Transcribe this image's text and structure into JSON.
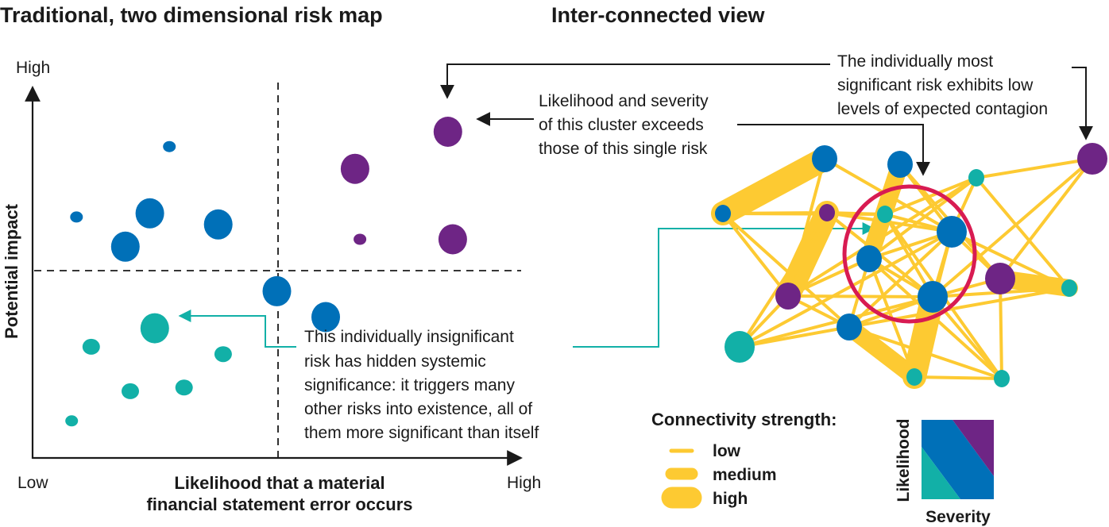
{
  "colors": {
    "low": "#12b0a7",
    "medium": "#0070b8",
    "high": "#6e2585",
    "edge": "#fdca32",
    "highlight_ring": "#d81b52",
    "connector": "#12b0a7",
    "ink": "#1a1a1a"
  },
  "left_panel": {
    "title": "Traditional, two dimensional risk map",
    "y_axis": {
      "label": "Potential impact",
      "high": "High"
    },
    "x_axis": {
      "label_line1": "Likelihood that a material",
      "label_line2": "financial statement error occurs",
      "low": "Low",
      "high": "High"
    },
    "risks": [
      {
        "id": "r1",
        "category": "medium",
        "likelihood": 0.09,
        "impact": 0.65,
        "size": "small"
      },
      {
        "id": "r2",
        "category": "medium",
        "likelihood": 0.28,
        "impact": 0.84,
        "size": "small"
      },
      {
        "id": "r3",
        "category": "medium",
        "likelihood": 0.24,
        "impact": 0.66,
        "size": "large"
      },
      {
        "id": "r4",
        "category": "medium",
        "likelihood": 0.38,
        "impact": 0.63,
        "size": "large"
      },
      {
        "id": "r5",
        "category": "medium",
        "likelihood": 0.19,
        "impact": 0.57,
        "size": "large"
      },
      {
        "id": "r6",
        "category": "medium",
        "likelihood": 0.5,
        "impact": 0.45,
        "size": "large"
      },
      {
        "id": "r7",
        "category": "medium",
        "likelihood": 0.6,
        "impact": 0.38,
        "size": "large"
      },
      {
        "id": "r8",
        "category": "high",
        "likelihood": 0.66,
        "impact": 0.78,
        "size": "large"
      },
      {
        "id": "r9",
        "category": "high",
        "likelihood": 0.85,
        "impact": 0.88,
        "size": "large"
      },
      {
        "id": "r10",
        "category": "high",
        "likelihood": 0.67,
        "impact": 0.59,
        "size": "small"
      },
      {
        "id": "r11",
        "category": "high",
        "likelihood": 0.86,
        "impact": 0.59,
        "size": "large"
      },
      {
        "id": "r12",
        "category": "low",
        "likelihood": 0.25,
        "impact": 0.35,
        "size": "large",
        "annotated": true
      },
      {
        "id": "r13",
        "category": "low",
        "likelihood": 0.12,
        "impact": 0.3,
        "size": "medium"
      },
      {
        "id": "r14",
        "category": "low",
        "likelihood": 0.39,
        "impact": 0.28,
        "size": "medium"
      },
      {
        "id": "r15",
        "category": "low",
        "likelihood": 0.2,
        "impact": 0.18,
        "size": "medium"
      },
      {
        "id": "r16",
        "category": "low",
        "likelihood": 0.31,
        "impact": 0.19,
        "size": "medium"
      },
      {
        "id": "r17",
        "category": "low",
        "likelihood": 0.08,
        "impact": 0.1,
        "size": "small"
      }
    ],
    "quadrant_split": {
      "likelihood": 0.5,
      "impact": 0.5
    }
  },
  "right_panel": {
    "title": "Inter-connected view",
    "annotations": {
      "cluster": [
        "Likelihood and severity",
        "of this cluster exceeds",
        "those of this single risk"
      ],
      "most_significant": [
        "The individually most",
        "significant risk exhibits low",
        "levels of expected contagion"
      ],
      "insignificant": [
        "This individually insignificant",
        "risk has hidden systemic",
        "significance: it triggers many",
        "other risks into existence, all of",
        "them more significant than itself"
      ]
    },
    "legend": {
      "title": "Connectivity strength:",
      "levels": [
        {
          "key": "low",
          "label": "low"
        },
        {
          "key": "medium",
          "label": "medium"
        },
        {
          "key": "high",
          "label": "high"
        }
      ],
      "matrix_x": "Severity",
      "matrix_y": "Likelihood"
    },
    "nodes": [
      {
        "id": "n1",
        "category": "medium",
        "size": "small"
      },
      {
        "id": "n2",
        "category": "medium",
        "size": "medium"
      },
      {
        "id": "n3",
        "category": "high",
        "size": "small"
      },
      {
        "id": "n4",
        "category": "medium",
        "size": "medium"
      },
      {
        "id": "n5",
        "category": "low",
        "size": "small",
        "annotated": true
      },
      {
        "id": "n6",
        "category": "low",
        "size": "small"
      },
      {
        "id": "n7",
        "category": "medium",
        "size": "large"
      },
      {
        "id": "n8",
        "category": "medium",
        "size": "medium"
      },
      {
        "id": "n9",
        "category": "high",
        "size": "large",
        "annotated": true
      },
      {
        "id": "n10",
        "category": "high",
        "size": "medium"
      },
      {
        "id": "n11",
        "category": "medium",
        "size": "large"
      },
      {
        "id": "n12",
        "category": "high",
        "size": "large"
      },
      {
        "id": "n13",
        "category": "low",
        "size": "small"
      },
      {
        "id": "n14",
        "category": "medium",
        "size": "medium"
      },
      {
        "id": "n15",
        "category": "low",
        "size": "large"
      },
      {
        "id": "n16",
        "category": "low",
        "size": "small"
      },
      {
        "id": "n17",
        "category": "low",
        "size": "small"
      }
    ],
    "edges": [
      [
        "n1",
        "n2",
        "high"
      ],
      [
        "n2",
        "n7",
        "low"
      ],
      [
        "n4",
        "n8",
        "medium"
      ],
      [
        "n10",
        "n3",
        "high"
      ],
      [
        "n13",
        "n12",
        "medium"
      ],
      [
        "n14",
        "n16",
        "medium"
      ],
      [
        "n11",
        "n16",
        "high"
      ],
      [
        "n1",
        "n3",
        "low"
      ],
      [
        "n1",
        "n10",
        "low"
      ],
      [
        "n1",
        "n14",
        "low"
      ],
      [
        "n1",
        "n5",
        "low"
      ],
      [
        "n3",
        "n5",
        "low"
      ],
      [
        "n3",
        "n15",
        "low"
      ],
      [
        "n3",
        "n10",
        "low"
      ],
      [
        "n3",
        "n7",
        "low"
      ],
      [
        "n3",
        "n11",
        "low"
      ],
      [
        "n4",
        "n7",
        "low"
      ],
      [
        "n4",
        "n5",
        "low"
      ],
      [
        "n4",
        "n12",
        "low"
      ],
      [
        "n5",
        "n7",
        "low"
      ],
      [
        "n5",
        "n8",
        "low"
      ],
      [
        "n5",
        "n6",
        "low"
      ],
      [
        "n5",
        "n11",
        "low"
      ],
      [
        "n6",
        "n8",
        "low"
      ],
      [
        "n6",
        "n13",
        "low"
      ],
      [
        "n6",
        "n10",
        "low"
      ],
      [
        "n6",
        "n7",
        "low"
      ],
      [
        "n7",
        "n8",
        "low"
      ],
      [
        "n7",
        "n11",
        "low"
      ],
      [
        "n7",
        "n15",
        "low"
      ],
      [
        "n7",
        "n13",
        "low"
      ],
      [
        "n7",
        "n14",
        "low"
      ],
      [
        "n8",
        "n11",
        "low"
      ],
      [
        "n8",
        "n14",
        "low"
      ],
      [
        "n8",
        "n16",
        "low"
      ],
      [
        "n8",
        "n17",
        "low"
      ],
      [
        "n8",
        "n10",
        "low"
      ],
      [
        "n9",
        "n6",
        "low"
      ],
      [
        "n9",
        "n12",
        "low"
      ],
      [
        "n9",
        "n11",
        "low"
      ],
      [
        "n10",
        "n15",
        "low"
      ],
      [
        "n10",
        "n11",
        "low"
      ],
      [
        "n10",
        "n14",
        "low"
      ],
      [
        "n10",
        "n2",
        "low"
      ],
      [
        "n11",
        "n12",
        "low"
      ],
      [
        "n11",
        "n17",
        "low"
      ],
      [
        "n11",
        "n14",
        "low"
      ],
      [
        "n11",
        "n13",
        "low"
      ],
      [
        "n12",
        "n17",
        "low"
      ],
      [
        "n12",
        "n7",
        "low"
      ],
      [
        "n14",
        "n15",
        "low"
      ],
      [
        "n14",
        "n13",
        "low"
      ],
      [
        "n14",
        "n17",
        "low"
      ],
      [
        "n15",
        "n11",
        "low"
      ],
      [
        "n16",
        "n17",
        "low"
      ],
      [
        "n7",
        "n16",
        "low"
      ],
      [
        "n5",
        "n17",
        "low"
      ]
    ]
  }
}
